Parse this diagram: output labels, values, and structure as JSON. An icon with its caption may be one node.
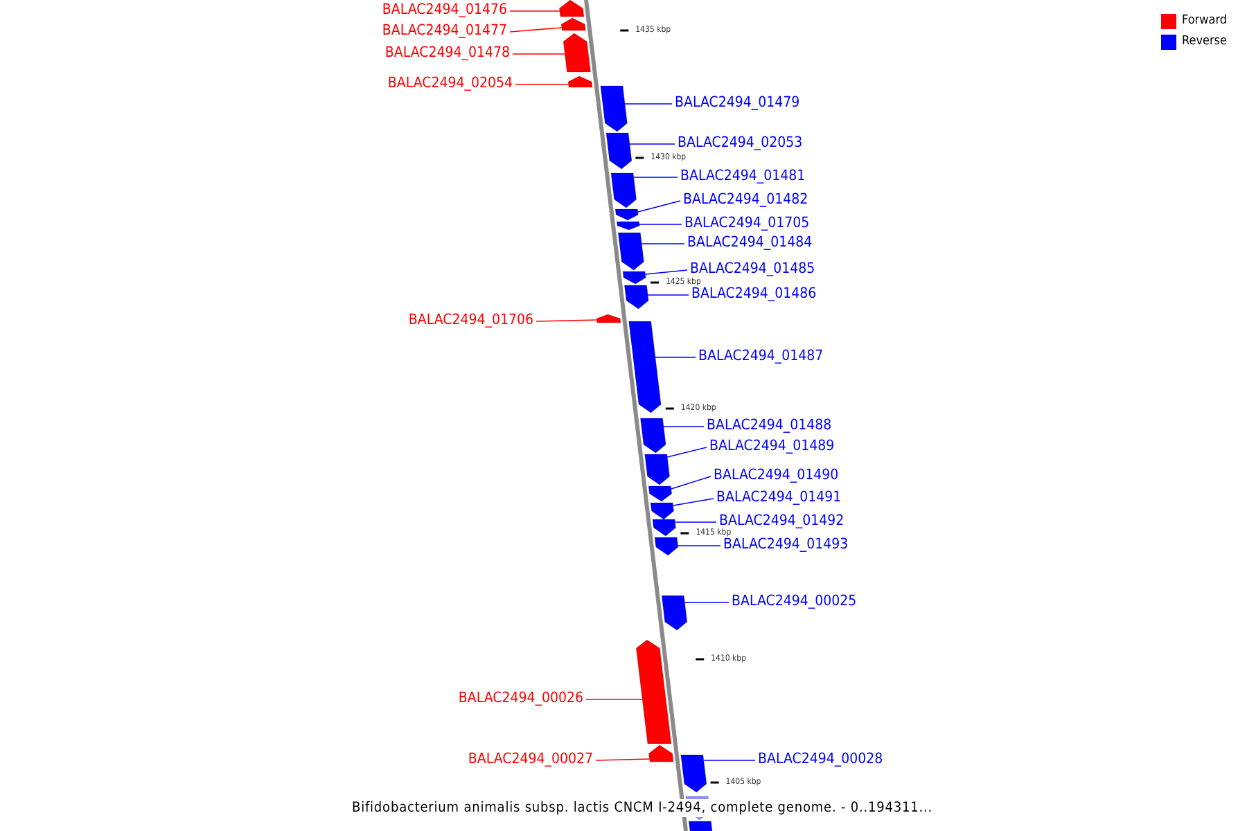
{
  "diagram": {
    "caption": "Bifidobacterium animalis subsp. lactis CNCM I-2494, complete genome. - 0..194311...",
    "nodes": [
      {
        "text": [
          "BALAC2494_01476"
        ]
      },
      {
        "text": [],
        "shape": "bar"
      },
      {
        "text": [
          "BALAC2494_01477"
        ]
      },
      {
        "text": [],
        "shape": "bar"
      },
      {
        "text": [
          "BALAC2494_01478"
        ]
      },
      {
        "text": [],
        "shape": "bar"
      },
      {
        "text": [
          "BALAC2494_02054"
        ]
      },
      {
        "text": [],
        "shape": "bar"
      },
      {
        "text": [
          "BALAC2494_01479"
        ]
      },
      {
        "text": [],
        "shape": "bar"
      },
      {
        "text": [
          "BALAC2494_02053"
        ]
      },
      {
        "text": [],
        "shape": "bar"
      },
      {
        "text": [
          "BALAC2494_01481"
        ]
      },
      {
        "text": [],
        "shape": "bar"
      },
      {
        "text": [
          "BALAC2494_01482"
        ]
      },
      {
        "text": [],
        "shape": "bar"
      },
      {
        "text": [
          "BALAC2494_01705"
        ]
      },
      {
        "text": [],
        "shape": "bar"
      },
      {
        "text": [
          "BALAC2494_01484"
        ]
      },
      {
        "text": [],
        "shape": "bar"
      },
      {
        "text": [
          "BALAC2494_01485"
        ]
      },
      {
        "text": [],
        "shape": "bar"
      },
      {
        "text": [
          "BALAC2494_01486"
        ]
      },
      {
        "text": [],
        "shape": "bar"
      },
      {
        "text": [
          "BALAC2494_01706"
        ]
      },
      {
        "text": [],
        "shape": "bar"
      },
      {
        "text": [
          "BALAC2494_01487"
        ]
      },
      {
        "text": [],
        "shape": "bar"
      },
      {
        "text": [
          "BALAC2494_01488"
        ]
      },
      {
        "text": [],
        "shape": "bar"
      },
      {
        "text": [
          "BALAC2494_01489"
        ]
      },
      {
        "text": [],
        "shape": "bar"
      },
      {
        "text": [
          "BALAC2494_01490"
        ]
      },
      {
        "text": [],
        "shape": "bar"
      },
      {
        "text": [
          "BALAC2494_01491"
        ]
      },
      {
        "text": [],
        "shape": "bar"
      },
      {
        "text": [
          "BALAC2494_01492"
        ]
      },
      {
        "text": [],
        "shape": "bar"
      },
      {
        "text": [
          "BALAC2494_01493"
        ]
      },
      {
        "text": [],
        "shape": "bar"
      },
      {
        "text": [
          "BALAC2494_00025"
        ]
      },
      {
        "text": [],
        "shape": "bar"
      },
      {
        "text": [
          "BALAC2494_00026"
        ]
      },
      {
        "text": [],
        "shape": "bar"
      },
      {
        "text": [
          "BALAC2494_00027"
        ]
      },
      {
        "text": [],
        "shape": "bar"
      },
      {
        "text": [
          "BALAC2494_00028"
        ]
      },
      {
        "text": [],
        "shape": "bar"
      },
      {
        "text": [],
        "shape": "bar"
      },
      {
        "text": [],
        "shape": "bar"
      }
    ],
    "edges": [
      {
        "from": 0,
        "to": 1,
        "arrow": "none",
        "color": "#ff0000"
      },
      {
        "from": 2,
        "to": 3,
        "arrow": "none",
        "color": "#ff0000"
      },
      {
        "from": 4,
        "to": 5,
        "arrow": "none",
        "color": "#ff0000"
      },
      {
        "from": 6,
        "to": 7,
        "arrow": "none",
        "color": "#ff0000"
      },
      {
        "from": 8,
        "to": 9,
        "arrow": "none"
      },
      {
        "from": 10,
        "to": 11,
        "arrow": "none"
      },
      {
        "from": 12,
        "to": 13,
        "arrow": "none"
      },
      {
        "from": 14,
        "to": 15,
        "arrow": "none"
      },
      {
        "from": 16,
        "to": 17,
        "arrow": "none"
      },
      {
        "from": 18,
        "to": 19,
        "arrow": "none"
      },
      {
        "from": 20,
        "to": 21,
        "arrow": "none"
      },
      {
        "from": 22,
        "to": 23,
        "arrow": "none"
      },
      {
        "from": 24,
        "to": 25,
        "arrow": "none",
        "color": "#ff0000"
      },
      {
        "from": 26,
        "to": 27,
        "arrow": "none"
      },
      {
        "from": 28,
        "to": 29,
        "arrow": "none"
      },
      {
        "from": 30,
        "to": 31,
        "arrow": "none"
      },
      {
        "from": 32,
        "to": 33,
        "arrow": "none"
      },
      {
        "from": 34,
        "to": 35,
        "arrow": "none"
      },
      {
        "from": 36,
        "to": 37,
        "arrow": "none"
      },
      {
        "from": 38,
        "to": 39,
        "arrow": "none"
      },
      {
        "from": 40,
        "to": 41,
        "arrow": "none"
      },
      {
        "from": 42,
        "to": 43,
        "arrow": "none",
        "color": "#ff0000"
      },
      {
        "from": 44,
        "to": 45,
        "arrow": "none",
        "color": "#ff0000"
      },
      {
        "from": 46,
        "to": 47,
        "arrow": "none"
      }
    ],
    "labels": [
      "1435 kbp",
      "1430 kbp",
      "1425 kbp",
      "1420 kbp",
      "1415 kbp",
      "1410 kbp",
      "1405 kbp"
    ],
    "legend": [
      {
        "text": "Forward",
        "color": "#ff0000"
      },
      {
        "text": "Reverse",
        "color": "#0000ff"
      }
    ]
  }
}
